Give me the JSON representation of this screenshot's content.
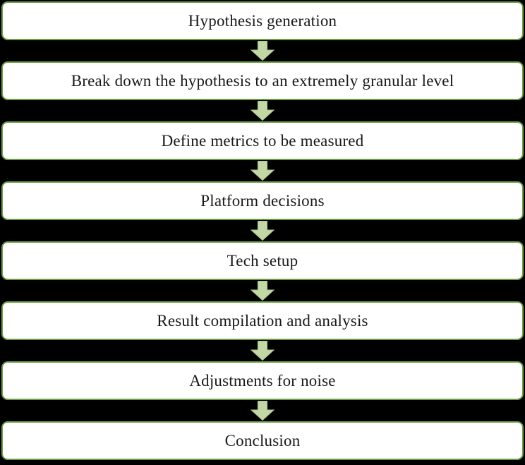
{
  "diagram": {
    "type": "flowchart",
    "direction": "top-down",
    "steps": [
      {
        "label": "Hypothesis generation"
      },
      {
        "label": "Break down the hypothesis to an extremely granular level"
      },
      {
        "label": "Define metrics to be measured"
      },
      {
        "label": "Platform decisions"
      },
      {
        "label": "Tech setup"
      },
      {
        "label": "Result compilation and analysis"
      },
      {
        "label": "Adjustments for noise"
      },
      {
        "label": "Conclusion"
      }
    ],
    "connector": "down-block-arrow",
    "colors": {
      "background": "#000000",
      "box_fill": "#ffffff",
      "box_border": "#6b9e44",
      "arrow_fill": "#c3d6a6",
      "arrow_outline": "#aec98e",
      "text": "#1a1a1a"
    }
  }
}
